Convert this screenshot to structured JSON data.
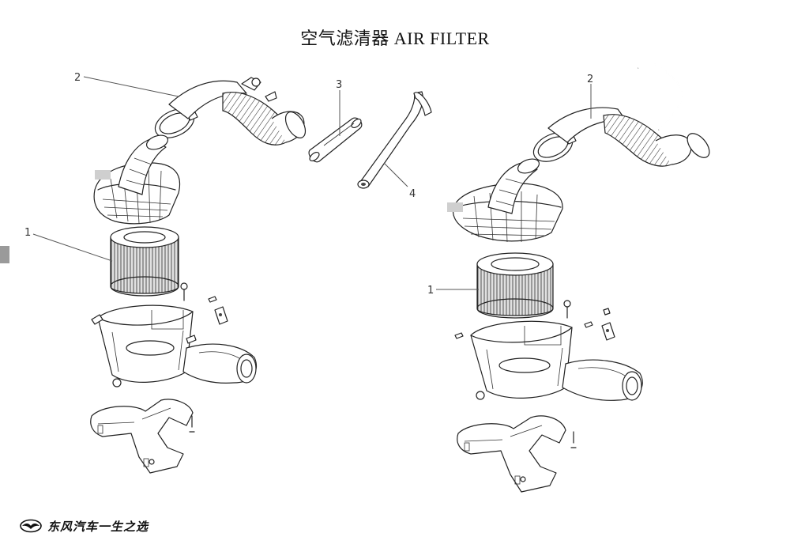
{
  "page": {
    "title": "空气滤清器  AIR FILTER"
  },
  "callouts": {
    "left_assembly": {
      "filter_element": "1",
      "intake_hose": "2"
    },
    "center_parts": {
      "tube": "3",
      "breather_hose": "4"
    },
    "right_assembly": {
      "intake_hose": "2",
      "filter_element": "1"
    }
  },
  "footer": {
    "brand_text": "东风汽车一生之选",
    "logo_icon": "dongfeng-swallow-logo-icon"
  },
  "colors": {
    "ink": "#222222",
    "side_tab": "#9a9a9a",
    "background": "#ffffff"
  }
}
